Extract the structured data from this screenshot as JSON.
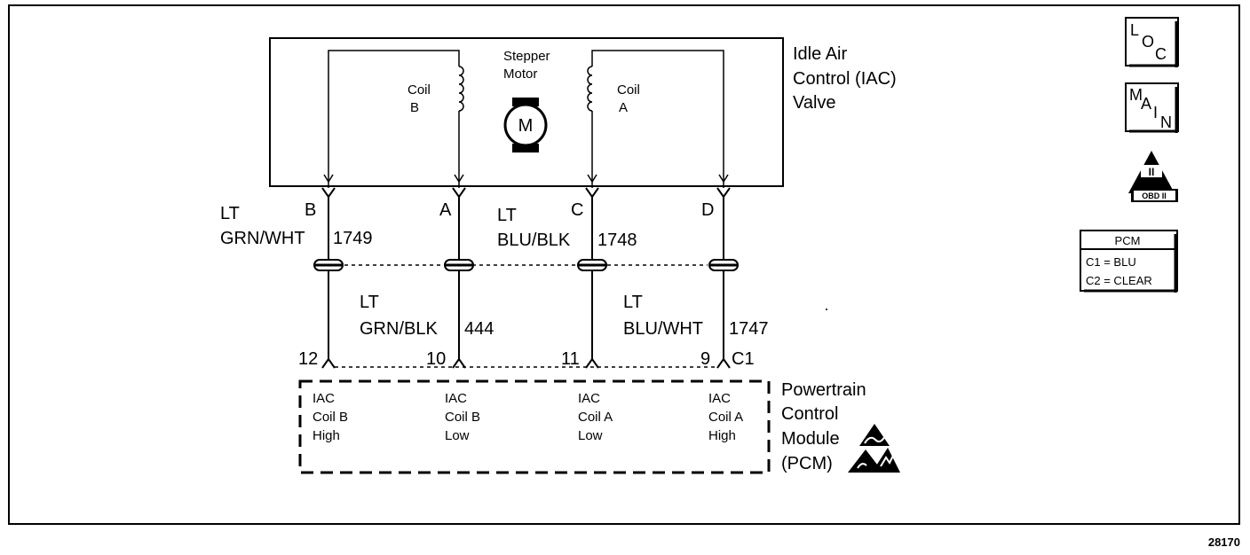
{
  "valve": {
    "name_line1": "Idle Air",
    "name_line2": "Control (IAC)",
    "name_line3": "Valve",
    "motor_label_line1": "Stepper",
    "motor_label_line2": "Motor",
    "motor_symbol": "M",
    "coil_b_line1": "Coil",
    "coil_b_line2": "B",
    "coil_a_line1": "Coil",
    "coil_a_line2": "A"
  },
  "pins": {
    "b": "B",
    "a": "A",
    "c": "C",
    "d": "D"
  },
  "wires": {
    "w1749": {
      "color_line1": "LT",
      "color_line2": "GRN/WHT",
      "circuit": "1749"
    },
    "w444": {
      "color_line1": "LT",
      "color_line2": "GRN/BLK",
      "circuit": "444"
    },
    "w1748": {
      "color_line1": "LT",
      "color_line2": "BLU/BLK",
      "circuit": "1748"
    },
    "w1747": {
      "color_line1": "LT",
      "color_line2": "BLU/WHT",
      "circuit": "1747"
    }
  },
  "pcm_pins": {
    "p12": "12",
    "p10": "10",
    "p11": "11",
    "p9": "9",
    "connector": "C1"
  },
  "pcm": {
    "name_line1": "Powertrain",
    "name_line2": "Control",
    "name_line3": "Module",
    "name_line4": "(PCM)",
    "t1": {
      "l1": "IAC",
      "l2": "Coil B",
      "l3": "High"
    },
    "t2": {
      "l1": "IAC",
      "l2": "Coil B",
      "l3": "Low"
    },
    "t3": {
      "l1": "IAC",
      "l2": "Coil A",
      "l3": "Low"
    },
    "t4": {
      "l1": "IAC",
      "l2": "Coil A",
      "l3": "High"
    }
  },
  "legend": {
    "loc": {
      "l": "L",
      "o": "O",
      "c": "C"
    },
    "main": {
      "m": "M",
      "a": "A",
      "i": "I",
      "n": "N"
    },
    "obd": {
      "roman": "II",
      "text": "OBD II"
    },
    "pcm_table": {
      "header": "PCM",
      "row1": "C1 = BLU",
      "row2": "C2 = CLEAR"
    }
  },
  "figure_number": "28170"
}
